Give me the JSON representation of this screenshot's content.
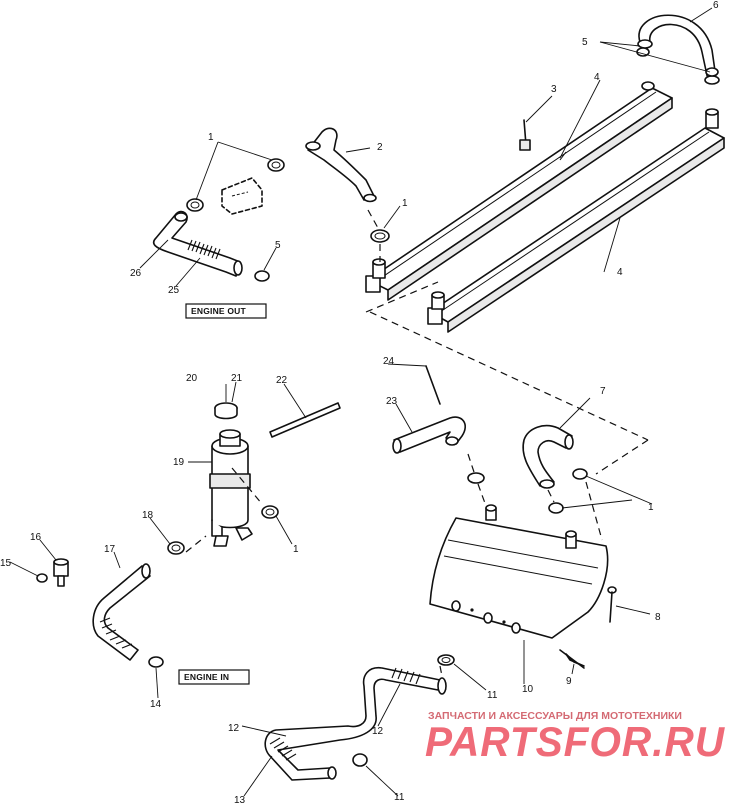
{
  "callouts": [
    "1",
    "2",
    "3",
    "4",
    "5",
    "6",
    "7",
    "8",
    "9",
    "10",
    "11",
    "12",
    "13",
    "14",
    "15",
    "16",
    "17",
    "18",
    "19",
    "20",
    "21",
    "22",
    "23",
    "24",
    "25",
    "26"
  ],
  "tags": {
    "engine_out": "ENGINE OUT",
    "engine_in": "ENGINE IN"
  },
  "watermark": {
    "caption": "ЗАПЧАСТИ И АКСЕССУАРЫ ДЛЯ МОТОТЕХНИКИ",
    "logo": "PARTSFOR.RU"
  }
}
